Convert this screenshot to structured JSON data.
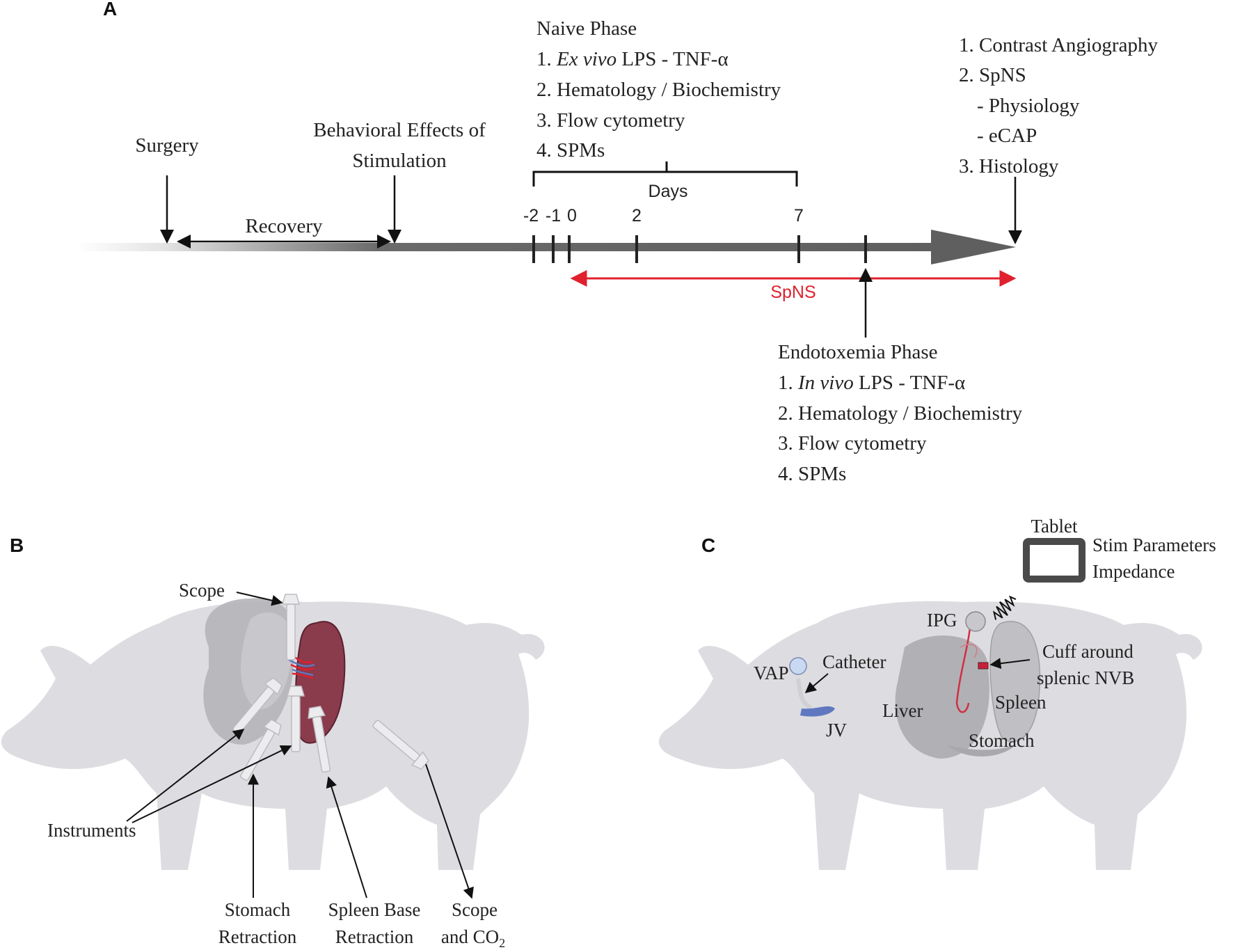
{
  "panels": {
    "a": {
      "letter": "A",
      "surgery": "Surgery",
      "recovery": "Recovery",
      "behavioral": [
        "Behavioral Effects of",
        "Stimulation"
      ],
      "naive_title": "Naive Phase",
      "naive_items": [
        {
          "num": "1. ",
          "italic": "Ex vivo",
          "rest": " LPS - TNF-α"
        },
        {
          "num": "2. ",
          "italic": "",
          "rest": "Hematology / Biochemistry"
        },
        {
          "num": "3. ",
          "italic": "",
          "rest": "Flow cytometry"
        },
        {
          "num": "4. ",
          "italic": "",
          "rest": "SPMs"
        }
      ],
      "days_label": "Days",
      "day_ticks": [
        "-2",
        "-1",
        "0",
        "2",
        "7"
      ],
      "terminal_items": [
        "1. Contrast Angiography",
        "2. SpNS",
        "- Physiology",
        "- eCAP",
        "3. Histology"
      ],
      "spns_label": "SpNS",
      "endo_title": "Endotoxemia Phase",
      "endo_items": [
        {
          "num": "1. ",
          "italic": "In vivo",
          "rest": " LPS - TNF-α"
        },
        {
          "num": "2. ",
          "italic": "",
          "rest": "Hematology / Biochemistry"
        },
        {
          "num": "3. ",
          "italic": "",
          "rest": "Flow cytometry"
        },
        {
          "num": "4. ",
          "italic": "",
          "rest": "SPMs"
        }
      ]
    },
    "b": {
      "letter": "B",
      "scope": "Scope",
      "instruments": "Instruments",
      "stomach_retraction": [
        "Stomach",
        "Retraction"
      ],
      "spleen_base_retraction": [
        "Spleen Base",
        "Retraction"
      ],
      "scope_co2": [
        "Scope",
        "and CO",
        "2"
      ]
    },
    "c": {
      "letter": "C",
      "tablet": "Tablet",
      "stim_parameters": "Stim Parameters",
      "impedance": "Impedance",
      "ipg": "IPG",
      "cuff": [
        "Cuff around",
        "splenic NVB"
      ],
      "vap": "VAP",
      "catheter": "Catheter",
      "jv": "JV",
      "liver": "Liver",
      "spleen": "Spleen",
      "stomach": "Stomach"
    }
  },
  "colors": {
    "timeline": "#5f5f5f",
    "spns_red": "#e0202e",
    "pig": "#dddde1",
    "spleen": "#8a3b4c",
    "organ_gray": "#a9a9ad",
    "vap_blue": "#c9d9f2",
    "jv_blue": "#5f78c0",
    "cuff_red": "#c8203a"
  }
}
